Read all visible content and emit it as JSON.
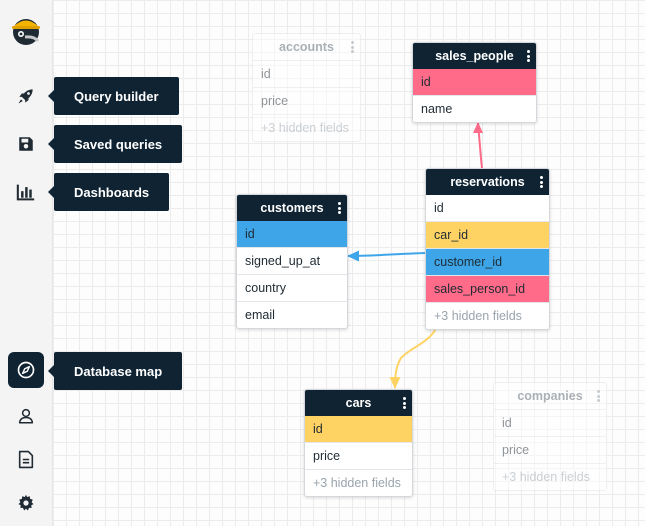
{
  "sidebar": {
    "nav": [
      {
        "icon": "rocket-icon",
        "tooltip": "Query builder"
      },
      {
        "icon": "save-icon",
        "tooltip": "Saved queries"
      },
      {
        "icon": "bar-chart-icon",
        "tooltip": "Dashboards"
      },
      {
        "icon": "compass-icon",
        "tooltip": "Database map",
        "active": true
      },
      {
        "icon": "user-icon"
      },
      {
        "icon": "document-icon"
      },
      {
        "icon": "gear-icon"
      }
    ]
  },
  "colors": {
    "dark": "#0f2333",
    "pink": "#ff6b88",
    "blue": "#3ea6e8",
    "yellow": "#ffd363"
  },
  "tables": {
    "accounts": {
      "name": "accounts",
      "fields": [
        "id",
        "price"
      ],
      "hidden": "+3 hidden fields"
    },
    "sales_people": {
      "name": "sales_people",
      "fields": [
        "id",
        "name"
      ]
    },
    "reservations": {
      "name": "reservations",
      "fields": [
        "id",
        "car_id",
        "customer_id",
        "sales_person_id"
      ],
      "hidden": "+3 hidden fields"
    },
    "customers": {
      "name": "customers",
      "fields": [
        "id",
        "signed_up_at",
        "country",
        "email"
      ]
    },
    "cars": {
      "name": "cars",
      "fields": [
        "id",
        "price"
      ],
      "hidden": "+3 hidden fields"
    },
    "companies": {
      "name": "companies",
      "fields": [
        "id",
        "price"
      ],
      "hidden": "+3 hidden fields"
    }
  }
}
